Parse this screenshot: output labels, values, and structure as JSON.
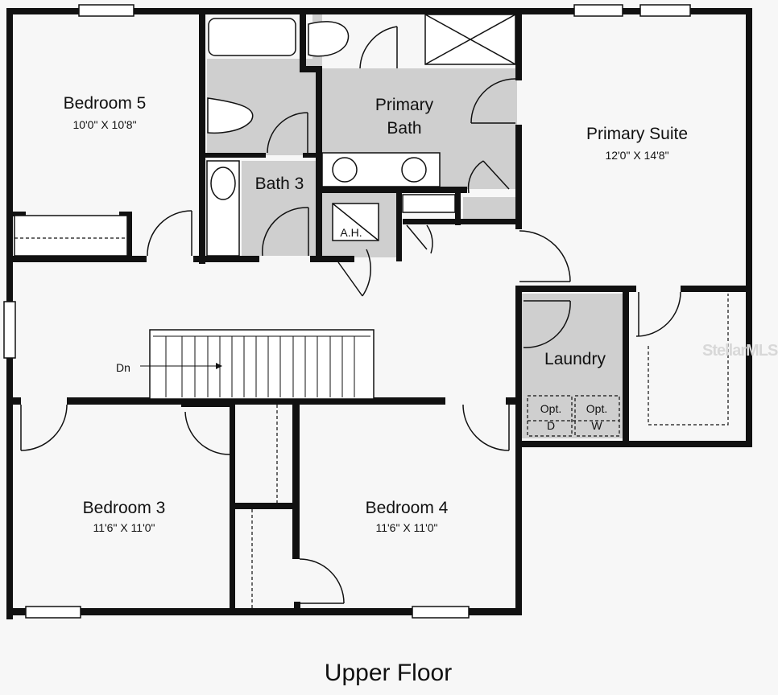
{
  "title": "Upper Floor",
  "watermark": "StellarMLS",
  "rooms": {
    "bedroom5": {
      "name": "Bedroom 5",
      "dims": "10'0\" X 10'8\""
    },
    "primary_suite": {
      "name": "Primary Suite",
      "dims": "12'0\" X 14'8\""
    },
    "primary_bath": {
      "line1": "Primary",
      "line2": "Bath"
    },
    "bath3": {
      "name": "Bath 3"
    },
    "laundry": {
      "name": "Laundry"
    },
    "bedroom3": {
      "name": "Bedroom 3",
      "dims": "11'6\" X 11'0\""
    },
    "bedroom4": {
      "name": "Bedroom 4",
      "dims": "11'6\" X 11'0\""
    }
  },
  "fixtures": {
    "air_handler": "A.H.",
    "stairs_label": "Dn",
    "opt_dryer": {
      "line1": "Opt.",
      "line2": "D"
    },
    "opt_washer": {
      "line1": "Opt.",
      "line2": "W"
    }
  },
  "colors": {
    "wall": "#111111",
    "wet_area": "#cfcfcf",
    "floor": "#f7f7f7"
  }
}
